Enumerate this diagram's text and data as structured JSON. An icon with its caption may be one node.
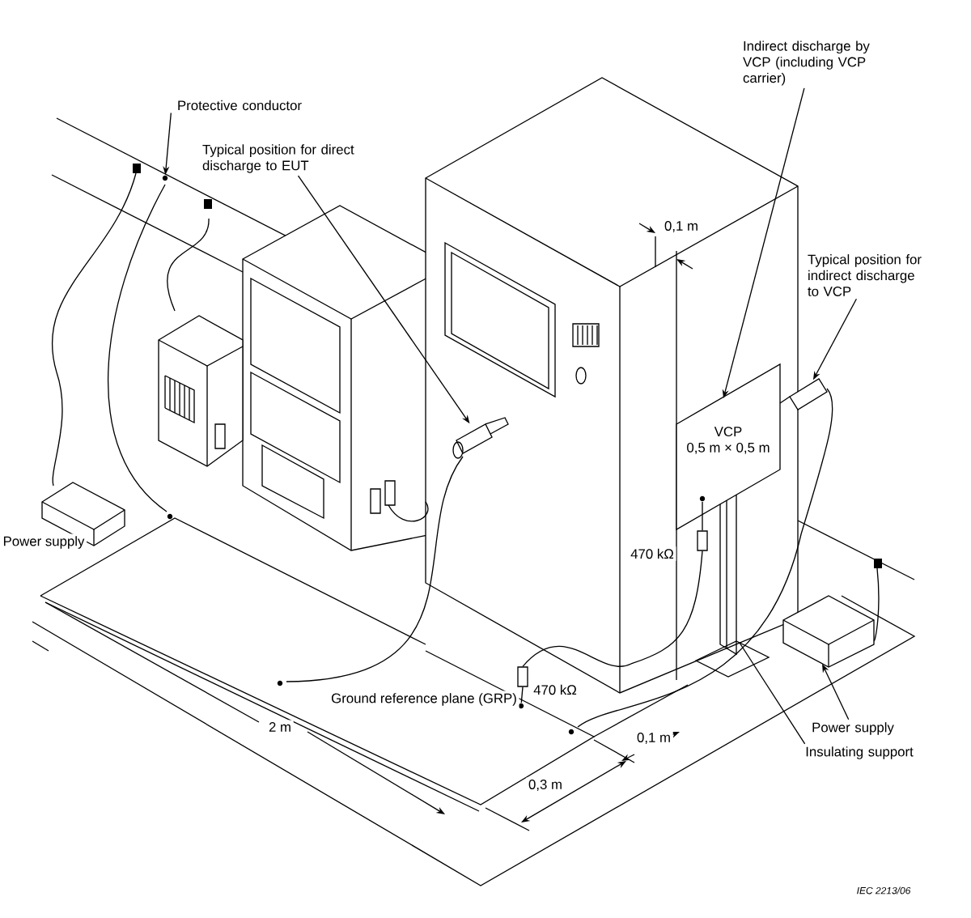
{
  "diagram": {
    "nodes": [
      {
        "text": [
          "Protective conductor"
        ]
      },
      {
        "text": [
          "Typical position for direct discharge to EUT"
        ]
      },
      {
        "text": [
          "Indirect discharge by VCP (including VCP carrier)"
        ]
      },
      {
        "text": [
          "VCP",
          "0,5 m × 0,5 m"
        ]
      },
      {
        "text": [
          "Typical position for indirect discharge to VCP"
        ]
      },
      {
        "text": [
          "Power supply"
        ]
      },
      {
        "text": [
          "Insulating support"
        ]
      },
      {
        "text": [],
        "shape": "circle"
      },
      {
        "text": [],
        "shape": "picture"
      },
      {
        "text": [],
        "shape": "picture"
      },
      {
        "text": [],
        "shape": "box",
        "beside": [
          "470 kΩ"
        ]
      },
      {
        "text": [],
        "shape": "box",
        "beside": [
          "470 kΩ"
        ]
      },
      {
        "text": [],
        "shape": "circle"
      }
    ],
    "edges": [
      {
        "from": 0,
        "to": 7,
        "arrow": "to"
      },
      {
        "from": 1,
        "to": 8,
        "arrow": "to"
      },
      {
        "from": 2,
        "to": 3,
        "arrow": "to"
      },
      {
        "from": 4,
        "to": 9,
        "arrow": "to"
      },
      {
        "from": 5,
        "to": null,
        "arrow": "to"
      },
      {
        "from": 6,
        "to": null,
        "arrow": "none"
      },
      {
        "from": 3,
        "to": 10,
        "arrow": "none"
      },
      {
        "from": 10,
        "to": 11,
        "arrow": "none"
      },
      {
        "from": 11,
        "to": 12,
        "arrow": "none"
      }
    ],
    "labels": [
      "Power supply",
      "0,1 m",
      "Ground reference plane (GRP)",
      "2 m",
      "0,1 m",
      "0,3 m",
      "IEC 2213/06"
    ]
  }
}
